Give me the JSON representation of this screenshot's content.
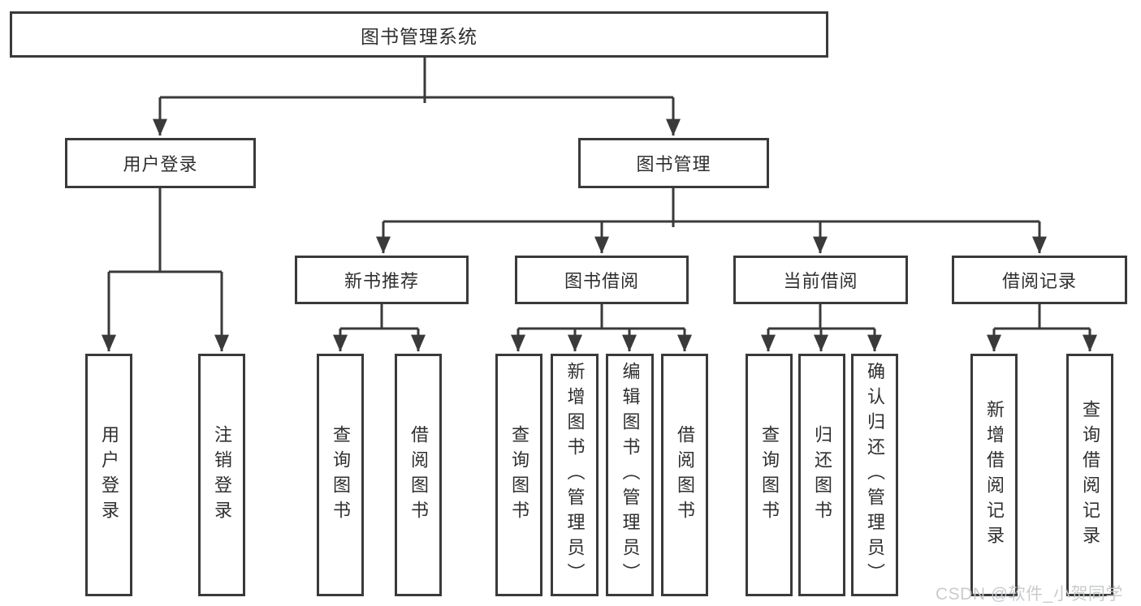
{
  "diagram": {
    "tree": {
      "label": "图书管理系统",
      "children": [
        {
          "label": "用户登录",
          "children": [
            {
              "label": "用户登录"
            },
            {
              "label": "注销登录"
            }
          ]
        },
        {
          "label": "图书管理",
          "children": [
            {
              "label": "新书推荐",
              "children": [
                {
                  "label": "查询图书"
                },
                {
                  "label": "借阅图书"
                }
              ]
            },
            {
              "label": "图书借阅",
              "children": [
                {
                  "label": "查询图书"
                },
                {
                  "label": "新增图书（管理员）"
                },
                {
                  "label": "编辑图书（管理员）"
                },
                {
                  "label": "借阅图书"
                }
              ]
            },
            {
              "label": "当前借阅",
              "children": [
                {
                  "label": "查询图书"
                },
                {
                  "label": "归还图书"
                },
                {
                  "label": "确认归还（管理员）"
                }
              ]
            },
            {
              "label": "借阅记录",
              "children": [
                {
                  "label": "新增借阅记录"
                },
                {
                  "label": "查询借阅记录"
                }
              ]
            }
          ]
        }
      ]
    },
    "colors": {
      "line": "#3a3a3a",
      "text": "#2f2f2f",
      "watermark": "#c6cacd",
      "background": "#ffffff"
    },
    "watermark": {
      "text": "CSDN @软件_小贺同学"
    }
  }
}
